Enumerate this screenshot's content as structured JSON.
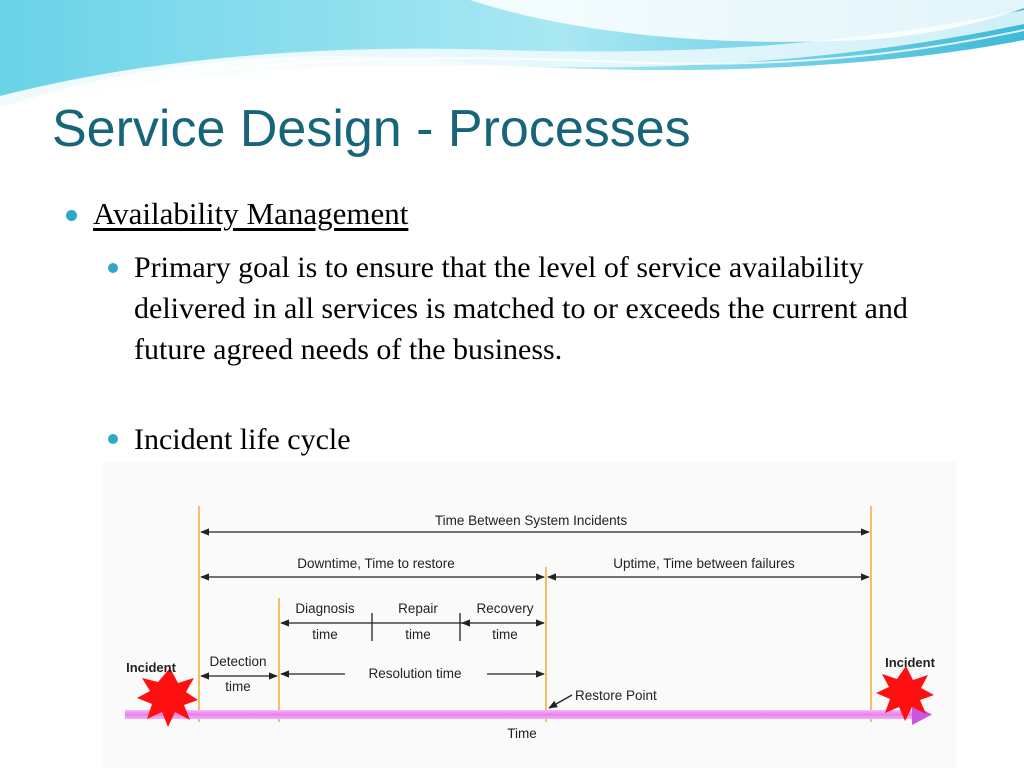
{
  "slide": {
    "title": "Service Design - Processes",
    "bullet_1": "Availability Management",
    "sub_bullets": [
      "Primary goal is to ensure that the level of service availability delivered in all services is matched to or exceeds the current and future agreed needs of the business.",
      "Incident life cycle"
    ]
  },
  "diagram": {
    "labels": {
      "time_between_incidents": "Time Between System Incidents",
      "downtime": "Downtime, Time to restore",
      "uptime": "Uptime, Time between failures",
      "diagnosis": "Diagnosis",
      "diagnosis_time": "time",
      "repair": "Repair",
      "repair_time": "time",
      "recovery": "Recovery",
      "recovery_time": "time",
      "detection": "Detection",
      "detection_time": "time",
      "resolution": "Resolution time",
      "restore_point": "Restore Point",
      "incident_left": "Incident",
      "incident_right": "Incident",
      "time_axis": "Time"
    },
    "colors": {
      "timeline": "#ee90ee",
      "timeline_arrow": "#cc55dd",
      "marker": "#f5c060",
      "burst": "#ff1010"
    }
  }
}
